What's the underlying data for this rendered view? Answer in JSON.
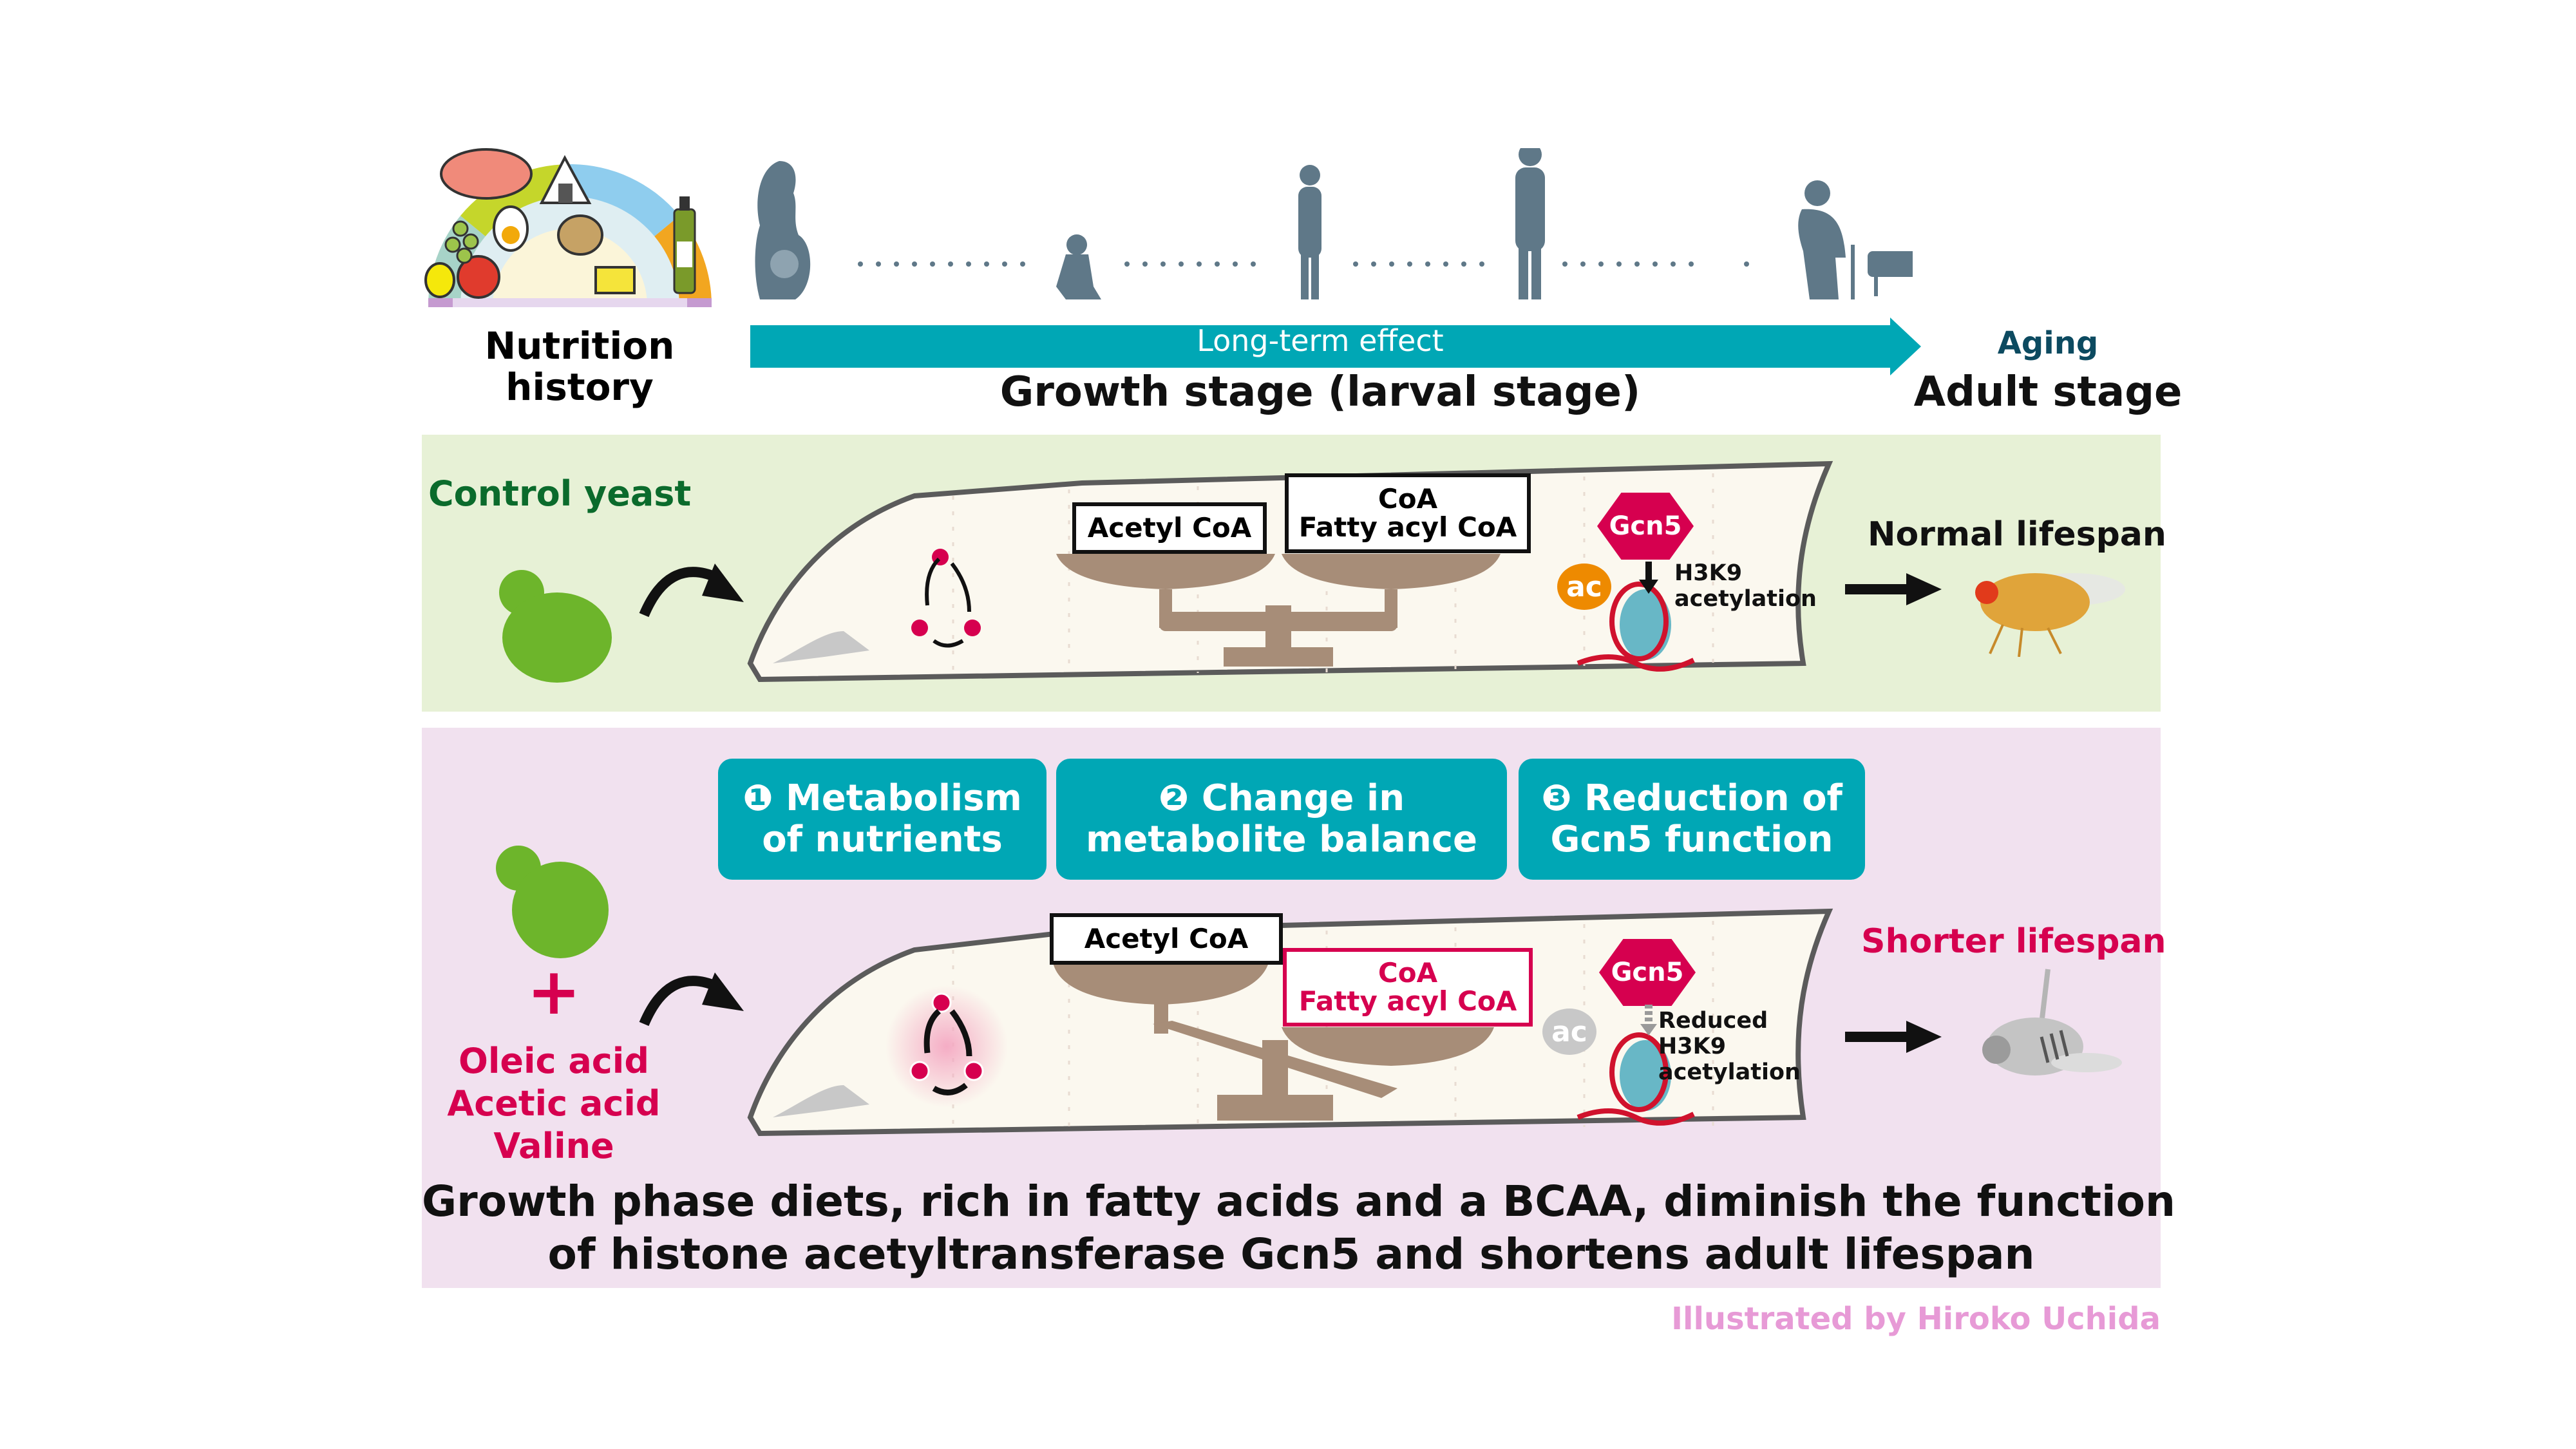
{
  "header": {
    "nutrition_label_line1": "Nutrition",
    "nutrition_label_line2": "history",
    "arrow_label": "Long-term effect",
    "growth_stage_label": "Growth stage (larval stage)",
    "aging_label": "Aging",
    "adult_stage_label": "Adult stage"
  },
  "control_panel": {
    "title": "Control yeast",
    "box_left": "Acetyl CoA",
    "box_right_line1": "CoA",
    "box_right_line2": "Fatty acyl CoA",
    "enzyme": "Gcn5",
    "ac_tag": "ac",
    "annotation_line1": "H3K9",
    "annotation_line2": "acetylation",
    "outcome": "Normal lifespan"
  },
  "diet_panel": {
    "steps": [
      {
        "number": "❶",
        "line1": "Metabolism",
        "line2": "of nutrients"
      },
      {
        "number": "❷",
        "line1": "Change in",
        "line2": "metabolite balance"
      },
      {
        "number": "❸",
        "line1": "Reduction of",
        "line2": "Gcn5 function"
      }
    ],
    "plus": "+",
    "supplements": [
      "Oleic acid",
      "Acetic acid",
      "Valine"
    ],
    "box_left": "Acetyl CoA",
    "box_right_line1": "CoA",
    "box_right_line2": "Fatty acyl CoA",
    "enzyme": "Gcn5",
    "ac_tag": "ac",
    "annotation_line1": "Reduced",
    "annotation_line2": "H3K9",
    "annotation_line3": "acetylation",
    "outcome": "Shorter lifespan",
    "conclusion_line1": "Growth phase diets, rich in fatty acids and a BCAA, diminish the function",
    "conclusion_line2": "of histone acetyltransferase Gcn5 and shortens adult lifespan"
  },
  "credit": "Illustrated by Hiroko Uchida",
  "colors": {
    "teal": "#00a7b5",
    "magenta": "#d6004f",
    "dark_green_text": "#0b6b2c",
    "yeast_green": "#6db52b",
    "silhouette": "#5f7888",
    "credit_pink": "#e79ad6",
    "scale_brown": "#a78d78",
    "ac_orange": "#ee8a00",
    "ac_gray": "#c8c8c8"
  }
}
